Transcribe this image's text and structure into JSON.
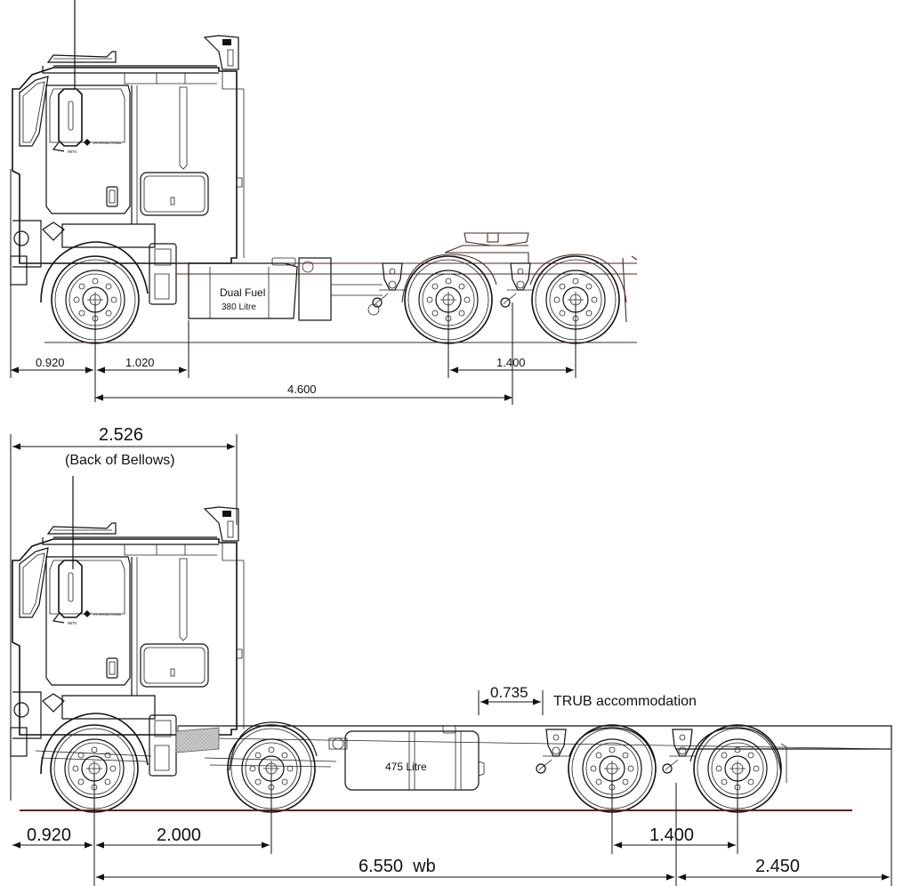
{
  "top_truck": {
    "badge_text": "INTERNATIONAL",
    "model_text": "9870",
    "fuel_tank_label": "Dual Fuel",
    "fuel_tank_capacity": "380 Litre",
    "dims": {
      "front_overhang": "0.920",
      "cab_to_axle": "1.020",
      "wheelbase": "4.600",
      "rear_axle_spread": "1.400"
    }
  },
  "bottom_truck": {
    "badge_text": "INTERNATIONAL",
    "model_text": "9870",
    "fuel_tank_capacity": "475 Litre",
    "cab_length": "2.526",
    "cab_length_note": "(Back of Bellows)",
    "trub_dim": "0.735",
    "trub_label": "TRUB accommodation",
    "dims": {
      "front_overhang": "0.920",
      "front_axle_spread": "2.000",
      "wheelbase": "6.550  wb",
      "rear_axle_spread": "1.400",
      "rear_overhang": "2.450"
    }
  }
}
